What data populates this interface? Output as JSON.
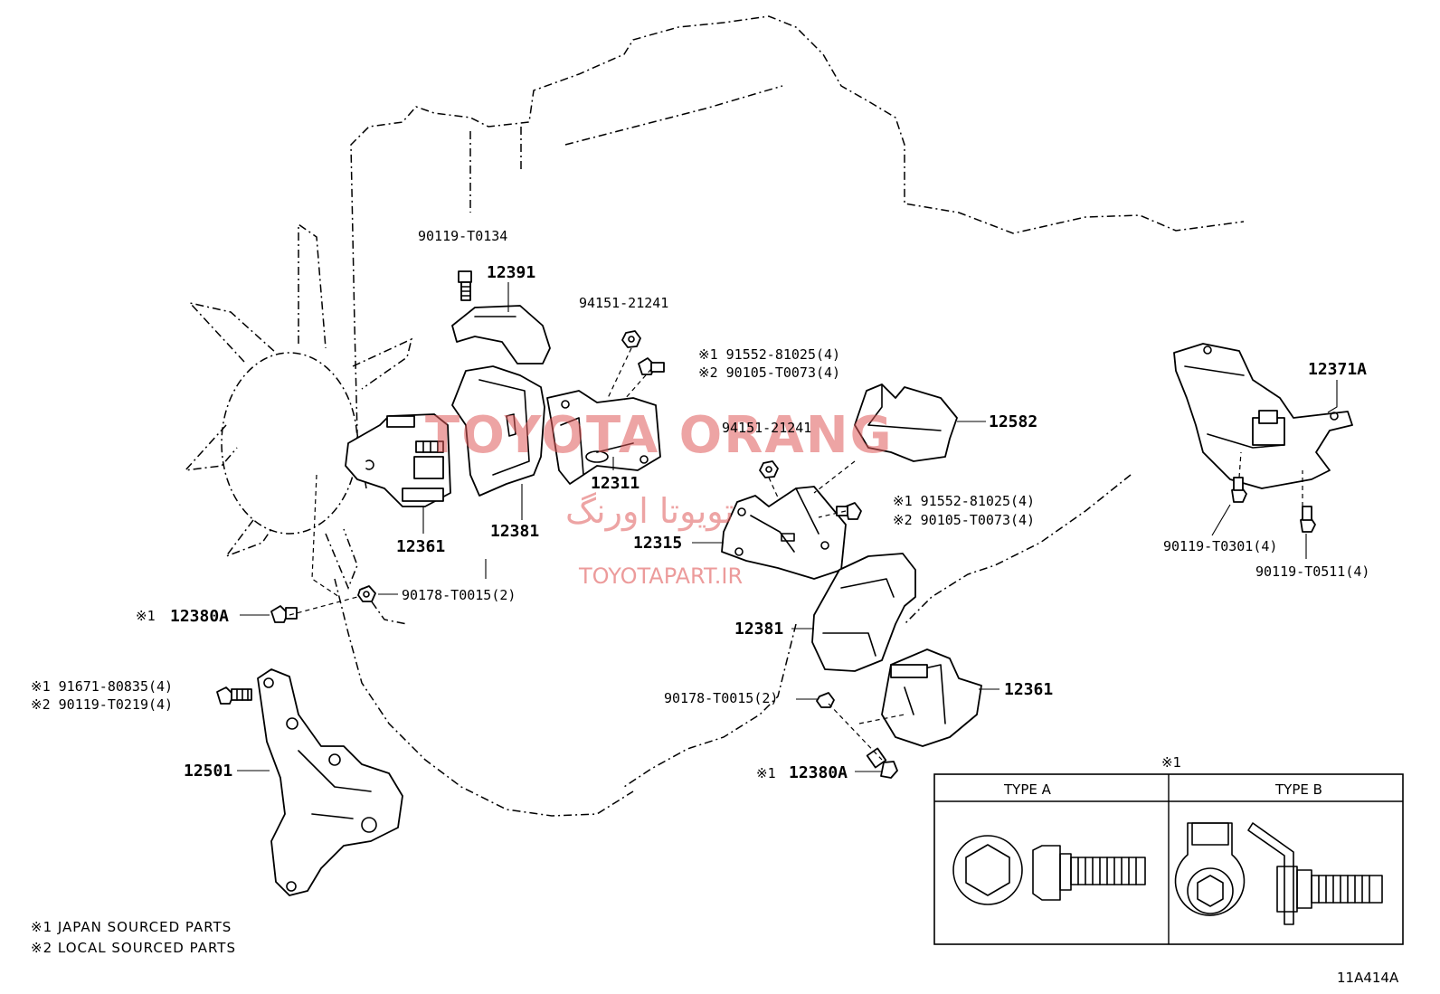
{
  "labels": {
    "p_90119_T0134": "90119-T0134",
    "p_12391": "12391",
    "p_94151_21241_top": "94151-21241",
    "p_bolt_top_1": "※1 91552-81025(4)",
    "p_bolt_top_2": "※2 90105-T0073(4)",
    "p_12582": "12582",
    "p_94151_21241_mid": "94151-21241",
    "p_12311": "12311",
    "p_12361_left": "12361",
    "p_12381_left": "12381",
    "p_bolt_mid_1": "※1 91552-81025(4)",
    "p_bolt_mid_2": "※2 90105-T0073(4)",
    "p_12315": "12315",
    "p_12380A_left_mark": "※1",
    "p_12380A_left": "12380A",
    "p_90178_T0015_left": "90178-T0015(2)",
    "p_12381_right": "12381",
    "p_bolt_left_1": "※1 91671-80835(4)",
    "p_bolt_left_2": "※2 90119-T0219(4)",
    "p_90178_T0015_right": "90178-T0015(2)",
    "p_12361_right": "12361",
    "p_12501": "12501",
    "p_12380A_right_mark": "※1",
    "p_12380A_right": "12380A",
    "p_12371A": "12371A",
    "p_90119_T0301": "90119-T0301(4)",
    "p_90119_T0511": "90119-T0511(4)"
  },
  "notes": {
    "japan": "※1 JAPAN SOURCED PARTS",
    "local": "※2 LOCAL SOURCED PARTS"
  },
  "inset": {
    "mark": "※1",
    "type_a": "TYPE A",
    "type_b": "TYPE B"
  },
  "watermark": {
    "brand": "TOYOTA ORANG",
    "persian": "تویوتا اورنگ",
    "site": "TOYOTAPART.IR"
  },
  "figure_code": "11A414A"
}
